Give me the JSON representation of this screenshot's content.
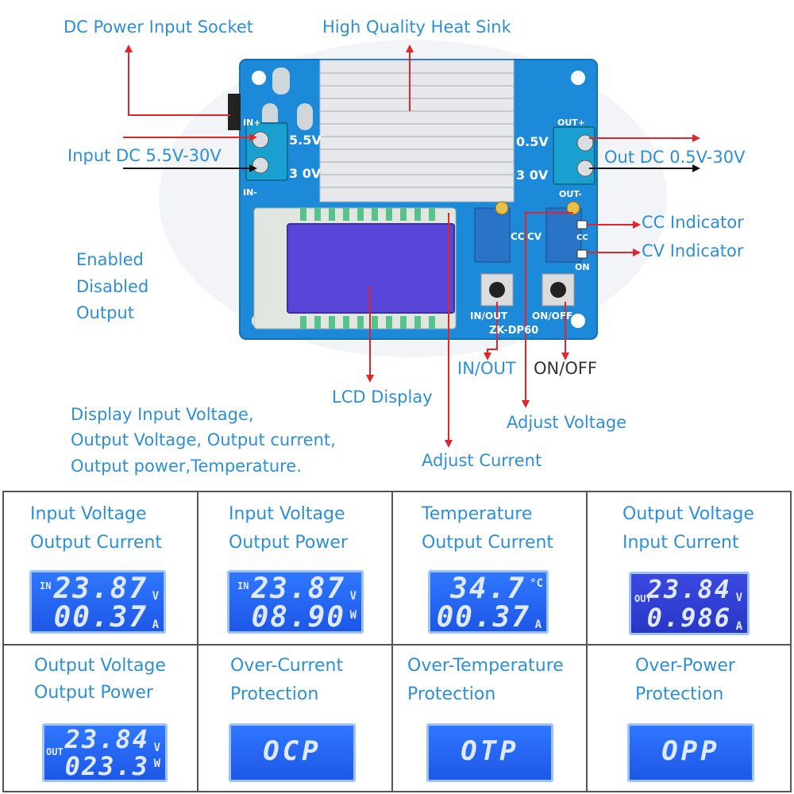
{
  "labels": {
    "dc_socket": "DC Power Input Socket",
    "heat_sink": "High Quality Heat Sink",
    "input_dc": "Input DC 5.5V-30V",
    "out_dc": "Out DC 0.5V-30V",
    "cc_indicator": "CC Indicator",
    "cv_indicator": "CV Indicator",
    "enabled": [
      "Enabled",
      "Disabled",
      "Output"
    ],
    "in_out": "IN/OUT",
    "on_off": "ON/OFF",
    "lcd_display": "LCD Display",
    "adjust_voltage": "Adjust Voltage",
    "adjust_current": "Adjust Current",
    "display_desc": [
      "Display Input Voltage,",
      "Output Voltage, Output current,",
      "Output power,Temperature."
    ]
  },
  "board": {
    "in_plus": "IN+",
    "in_minus": "IN-",
    "in_v1": "5.5V",
    "in_v2": "3 0V",
    "out_plus": "OUT+",
    "out_minus": "OUT-",
    "out_v1": "0.5V",
    "out_v2": "3 0V",
    "cc": "CC",
    "cv": "CV",
    "cc_led": "CC",
    "on_led": "ON",
    "btn_in_out": "IN/OUT",
    "btn_on_off": "ON/OFF",
    "model": "ZK-DP60"
  },
  "modes": [
    {
      "title1": "Input Voltage",
      "title2": "Output Current",
      "tag": "IN",
      "row1": "23.87",
      "unit1": "V",
      "row2": "00.37",
      "unit2": "A"
    },
    {
      "title1": "Input Voltage",
      "title2": "Output Power",
      "tag": "IN",
      "row1": "23.87",
      "unit1": "V",
      "row2": "08.90",
      "unit2": "W"
    },
    {
      "title1": "Temperature",
      "title2": "Output Current",
      "tag": "",
      "row1": "34.7",
      "unit1": "°C",
      "row2": "00.37",
      "unit2": "A"
    },
    {
      "title1": "Output Voltage",
      "title2": "Input Current",
      "tag": "OUT",
      "row1": "23.84",
      "unit1": "V",
      "row2": "0.986",
      "unit2": "A"
    },
    {
      "title1": "Output Voltage",
      "title2": "Output Power",
      "tag": "OUT",
      "row1": "23.84",
      "unit1": "V",
      "row2": "023.3",
      "unit2": "W"
    },
    {
      "title1": "Over-Current",
      "title2": "Protection",
      "msg": "OCP"
    },
    {
      "title1": "Over-Temperature",
      "title2": "Protection",
      "msg": "OTP"
    },
    {
      "title1": "Over-Power",
      "title2": "Protection",
      "msg": "OPP"
    }
  ],
  "colors": {
    "label": "#2d8fd6",
    "pcb": "#1c8ad8",
    "arrow": "#e0262b",
    "lcd": "#2a6cf5"
  }
}
